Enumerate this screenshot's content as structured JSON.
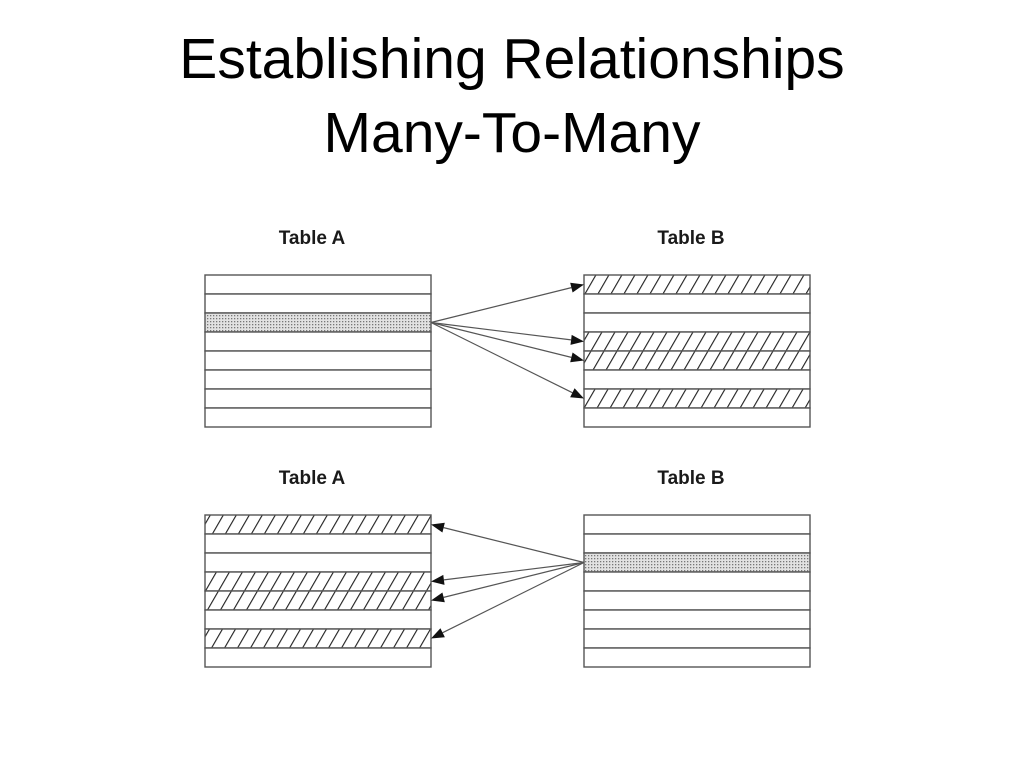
{
  "slide": {
    "title_line1": "Establishing Relationships",
    "title_line2": "Many-To-Many"
  },
  "diagrams": [
    {
      "left_label": "Table A",
      "right_label": "Table B",
      "source": "left",
      "rows": 8,
      "source_row": 3,
      "target_rows": [
        1,
        4,
        5,
        7
      ]
    },
    {
      "left_label": "Table A",
      "right_label": "Table B",
      "source": "right",
      "rows": 8,
      "source_row": 3,
      "target_rows": [
        1,
        4,
        5,
        7
      ]
    }
  ],
  "colors": {
    "line": "#555555",
    "hatch": "#222222",
    "dots": "#777777",
    "arrow": "#111111"
  }
}
